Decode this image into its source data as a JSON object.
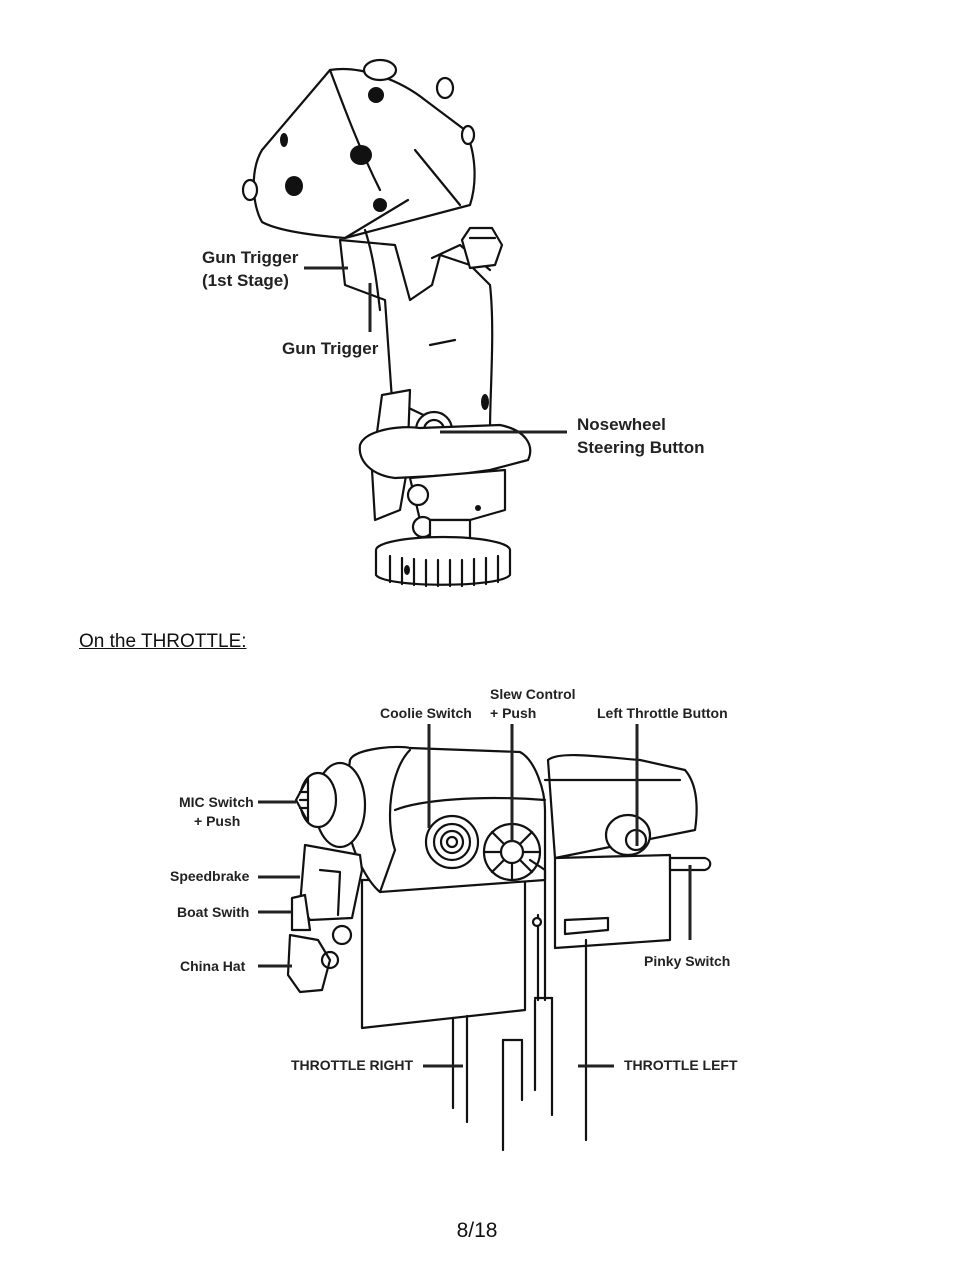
{
  "page": {
    "throttle_heading": "On the THROTTLE:",
    "page_number": "8/18"
  },
  "joystick_labels": {
    "gun_trigger_1st_line1": "Gun Trigger",
    "gun_trigger_1st_line2": "(1st Stage)",
    "gun_trigger": "Gun Trigger",
    "nosewheel_line1": "Nosewheel",
    "nosewheel_line2": "Steering Button"
  },
  "throttle_labels": {
    "coolie_switch": "Coolie Switch",
    "slew_control_line1": "Slew Control",
    "slew_control_line2": "+ Push",
    "left_throttle_button": "Left Throttle Button",
    "mic_switch_line1": "MIC Switch",
    "mic_switch_line2": "+ Push",
    "speedbrake": "Speedbrake",
    "boat_switch": "Boat Swith",
    "china_hat": "China Hat",
    "pinky_switch": "Pinky Switch",
    "throttle_right": "THROTTLE RIGHT",
    "throttle_left": "THROTTLE LEFT"
  }
}
